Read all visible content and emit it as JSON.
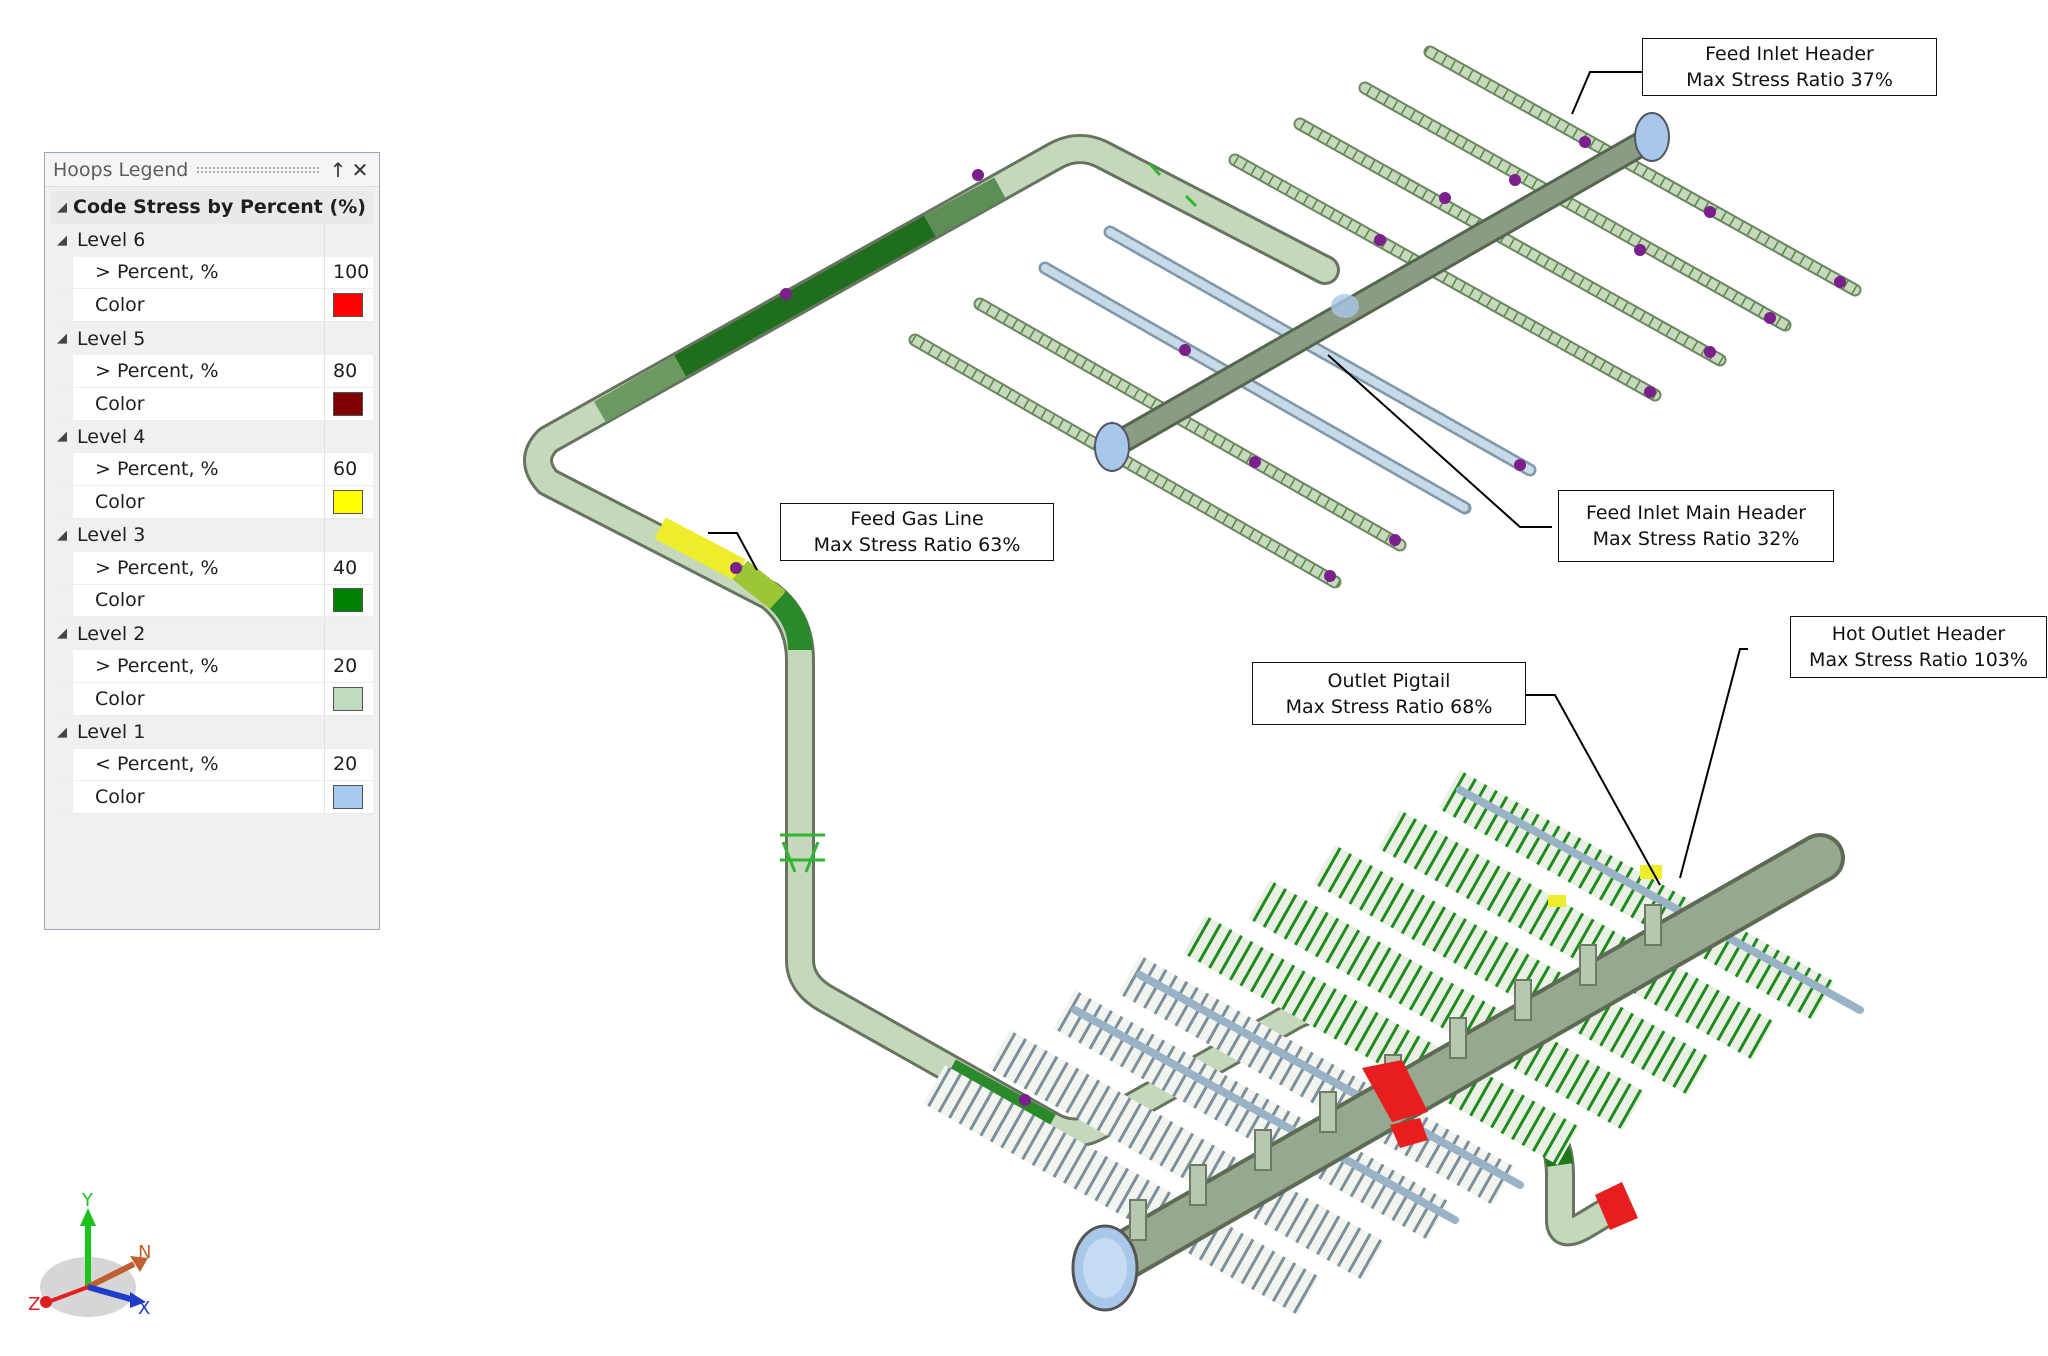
{
  "legend": {
    "title": "Hoops Legend",
    "pin_glyph": "↑",
    "close_glyph": "✕",
    "section": "Code Stress by Percent (%)",
    "levels": [
      {
        "name": "Level 6",
        "threshold_label": "> Percent, %",
        "threshold": "100",
        "color_label": "Color",
        "color": "#ff0000"
      },
      {
        "name": "Level 5",
        "threshold_label": "> Percent, %",
        "threshold": "80",
        "color_label": "Color",
        "color": "#7f0000"
      },
      {
        "name": "Level 4",
        "threshold_label": "> Percent, %",
        "threshold": "60",
        "color_label": "Color",
        "color": "#ffff00"
      },
      {
        "name": "Level 3",
        "threshold_label": "> Percent, %",
        "threshold": "40",
        "color_label": "Color",
        "color": "#008000"
      },
      {
        "name": "Level 2",
        "threshold_label": "> Percent, %",
        "threshold": "20",
        "color_label": "Color",
        "color": "#c0dcc0"
      },
      {
        "name": "Level 1",
        "threshold_label": "< Percent, %",
        "threshold": "20",
        "color_label": "Color",
        "color": "#a6caf0"
      }
    ]
  },
  "callouts": {
    "feed_inlet_header": {
      "line1": "Feed Inlet Header",
      "line2": "Max Stress Ratio 37%"
    },
    "feed_gas_line": {
      "line1": "Feed Gas Line",
      "line2": "Max Stress Ratio 63%"
    },
    "feed_inlet_main_header": {
      "line1": "Feed Inlet Main Header",
      "line2": "Max Stress Ratio 32%"
    },
    "hot_outlet_header": {
      "line1": "Hot Outlet Header",
      "line2": "Max Stress Ratio 103%"
    },
    "outlet_pigtail": {
      "line1": "Outlet Pigtail",
      "line2": "Max Stress Ratio 68%"
    }
  },
  "triad": {
    "y": "Y",
    "n": "N",
    "x": "X",
    "z": "Z"
  },
  "colors": {
    "pipe_base": "#b9cdb1",
    "pipe_dark": "#7d8f73",
    "stress_green": "#1c7a1c",
    "stress_yellow": "#e8e82a",
    "stress_red": "#e81e1e",
    "low_blue": "#a6caf0",
    "support_green": "#2fb52f",
    "node_purple": "#7b1f8c"
  }
}
